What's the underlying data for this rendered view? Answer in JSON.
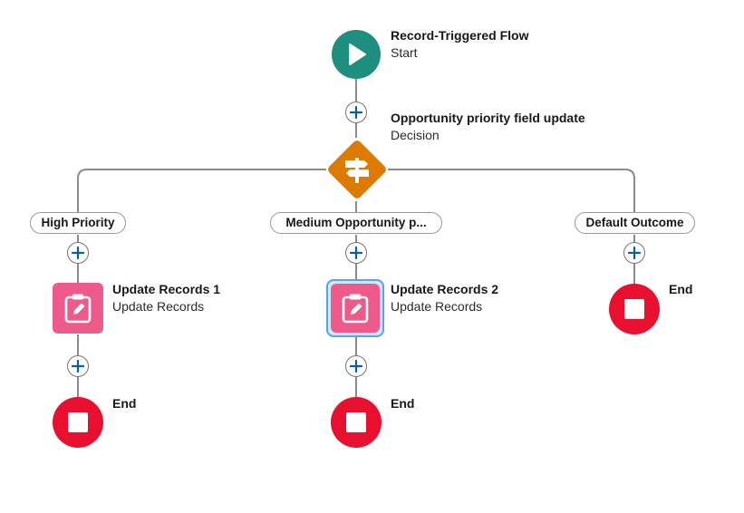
{
  "start": {
    "title": "Record-Triggered Flow",
    "subtitle": "Start",
    "icon": "play-icon"
  },
  "decision": {
    "title": "Opportunity priority field update",
    "subtitle": "Decision",
    "icon": "signpost-icon"
  },
  "outcomes": [
    {
      "label": "High Priority"
    },
    {
      "label": "Medium Opportunity p..."
    },
    {
      "label": "Default Outcome"
    }
  ],
  "updates": [
    {
      "title": "Update Records 1",
      "subtitle": "Update Records",
      "icon": "clipboard-edit-icon"
    },
    {
      "title": "Update Records 2",
      "subtitle": "Update Records",
      "icon": "clipboard-edit-icon",
      "selected": true
    }
  ],
  "ends": [
    {
      "label": "End"
    },
    {
      "label": "End"
    },
    {
      "label": "End"
    }
  ],
  "colors": {
    "start": "#1d8e80",
    "decision": "#dd7a01",
    "update": "#ee5b8a",
    "end": "#e8102e",
    "connector": "#8c8c8c",
    "add_icon": "#0b5cab",
    "selection": "#5aa3e6"
  }
}
